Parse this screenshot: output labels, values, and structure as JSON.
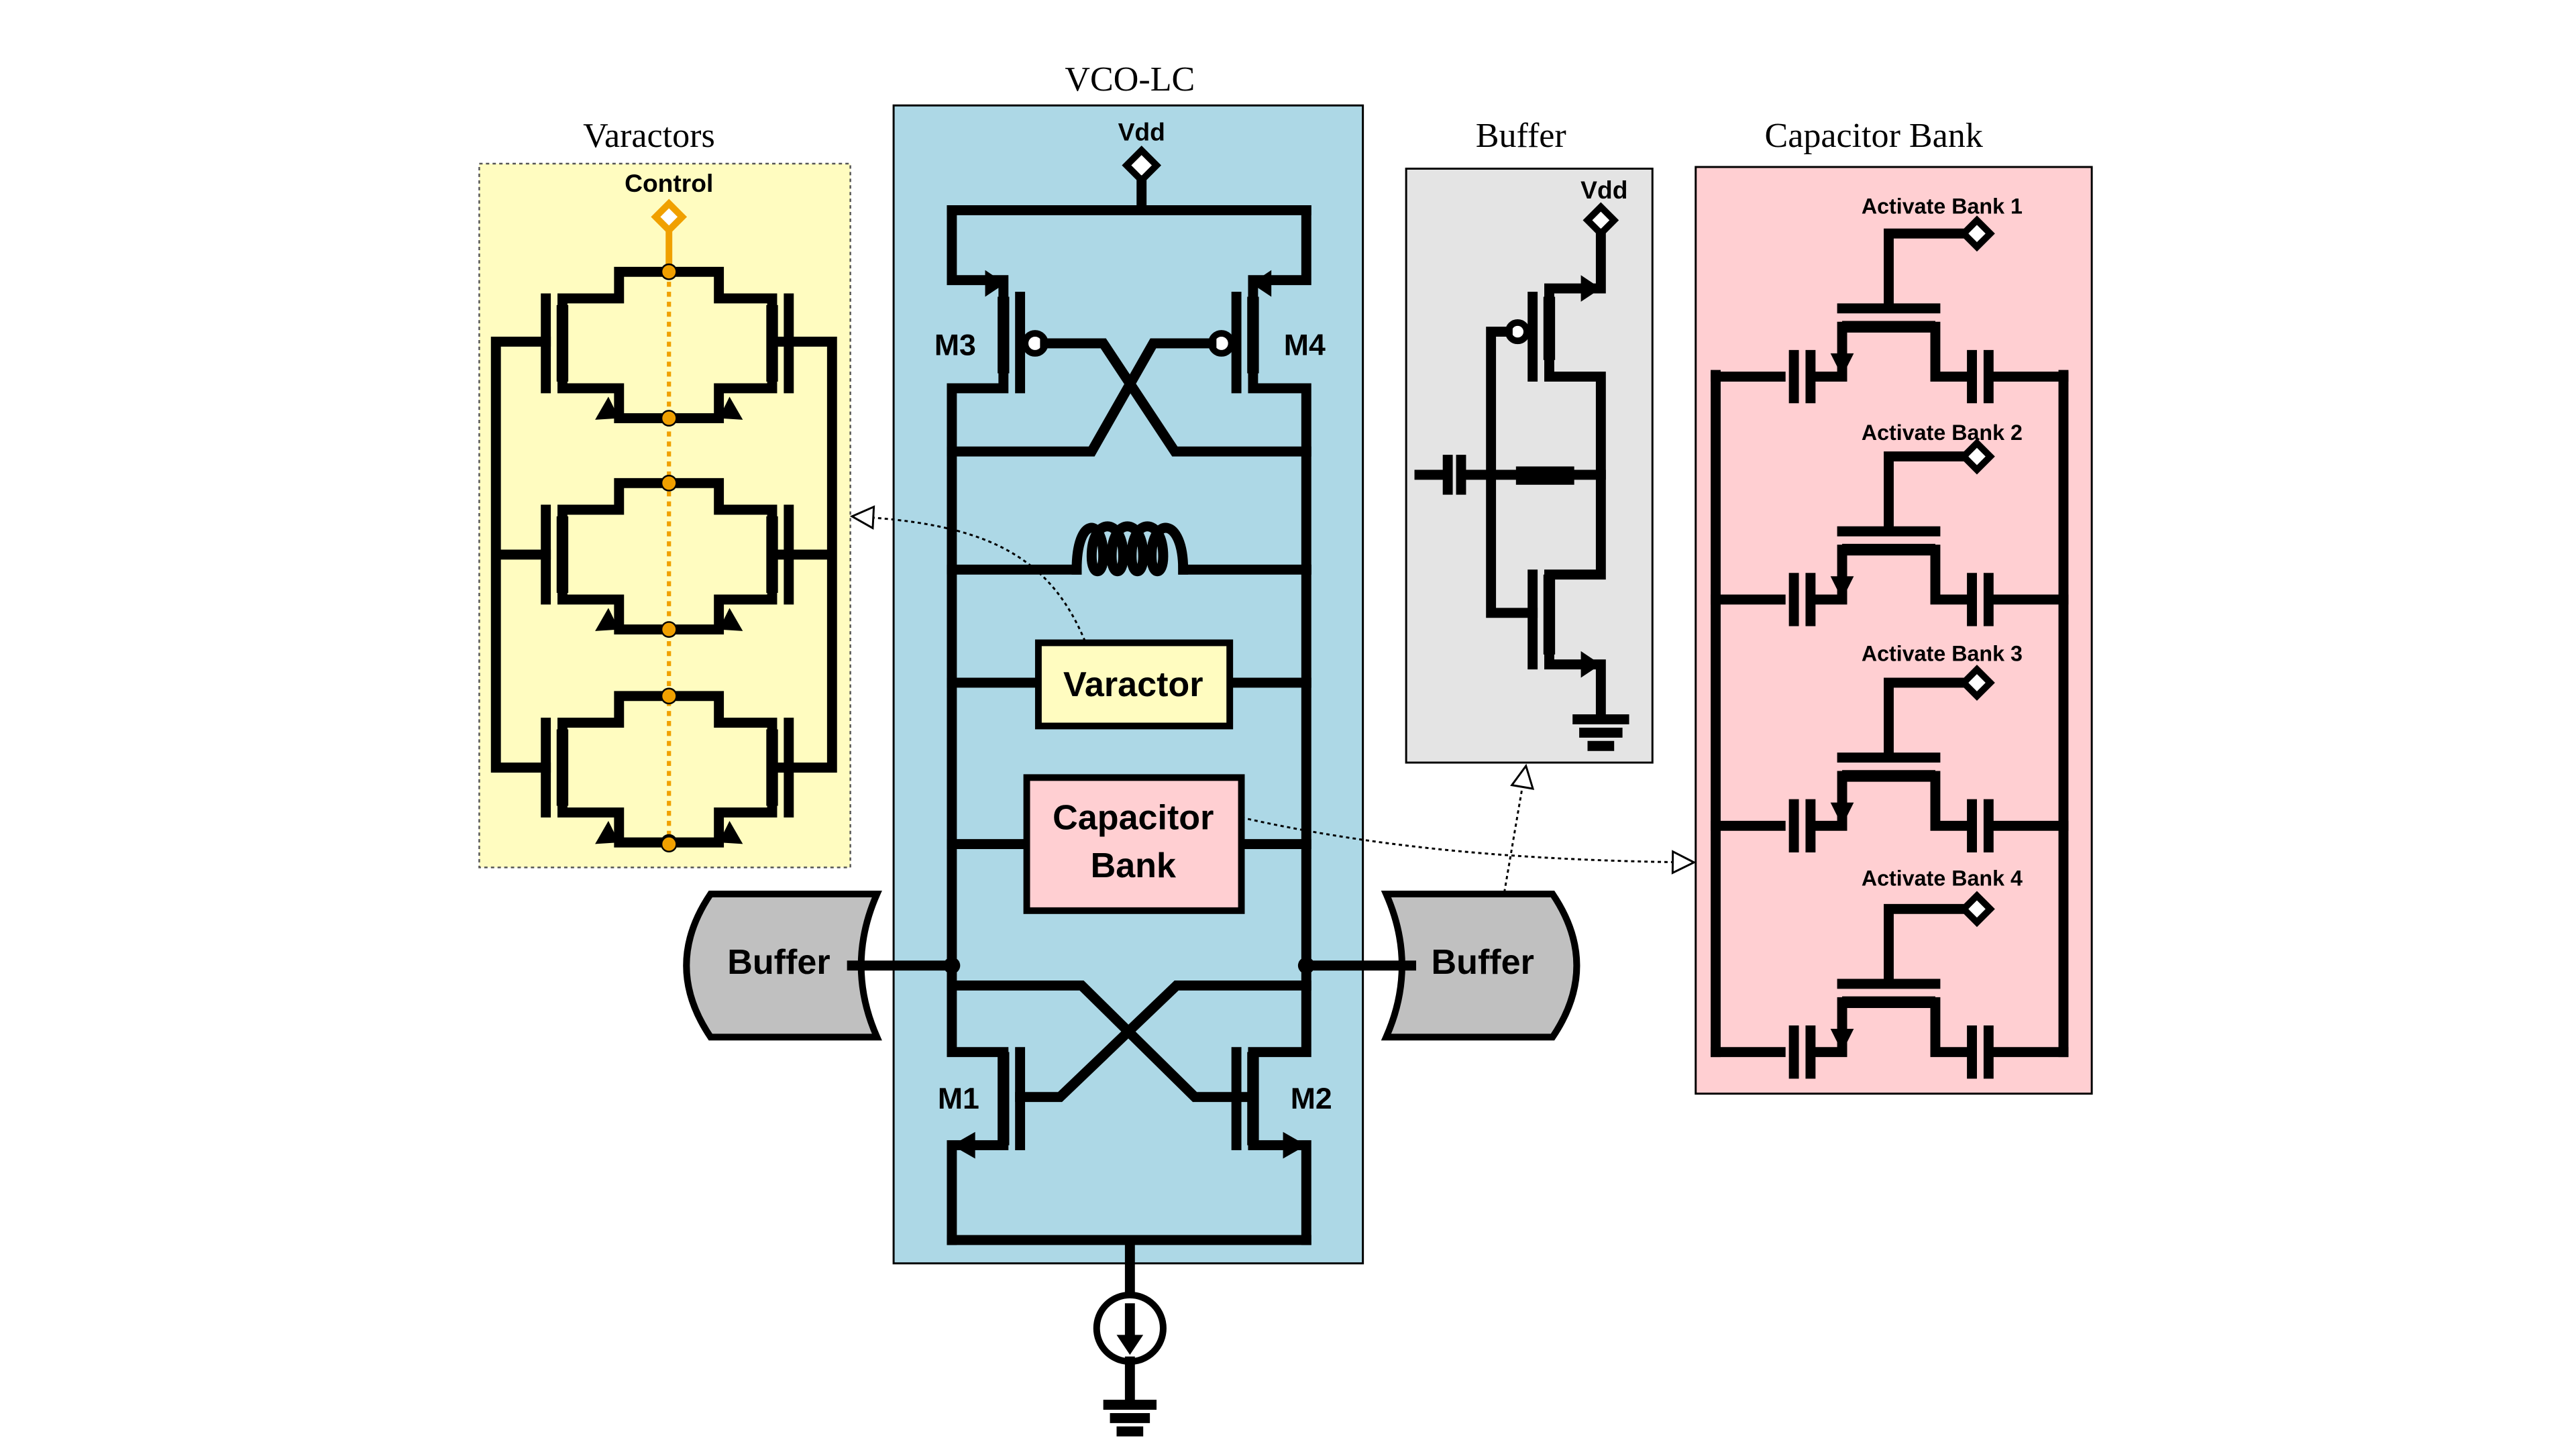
{
  "panels": {
    "varactors": {
      "title": "Varactors",
      "control_label": "Control",
      "fill": "#fffcc0",
      "accent": "#f0a000"
    },
    "vco": {
      "title": "VCO-LC",
      "vdd_label": "Vdd",
      "fill": "#add8e6",
      "m1": "M1",
      "m2": "M2",
      "m3": "M3",
      "m4": "M4",
      "varactor_block": "Varactor",
      "capbank_line1": "Capacitor",
      "capbank_line2": "Bank"
    },
    "buffer": {
      "title": "Buffer",
      "vdd_label": "Vdd",
      "fill": "#e4e4e4"
    },
    "capbank": {
      "title": "Capacitor Bank",
      "fill": "#ffcfd2",
      "banks": [
        "Activate Bank 1",
        "Activate Bank 2",
        "Activate Bank 3",
        "Activate Bank 4"
      ]
    }
  },
  "buffers": {
    "left": "Buffer",
    "right": "Buffer",
    "fill": "#c0c0c0"
  },
  "icons": [
    "vdd-terminal-icon",
    "inductor-icon",
    "current-source-icon",
    "ground-icon",
    "capacitor-icon",
    "resistor-icon",
    "pmos-icon",
    "nmos-icon"
  ]
}
